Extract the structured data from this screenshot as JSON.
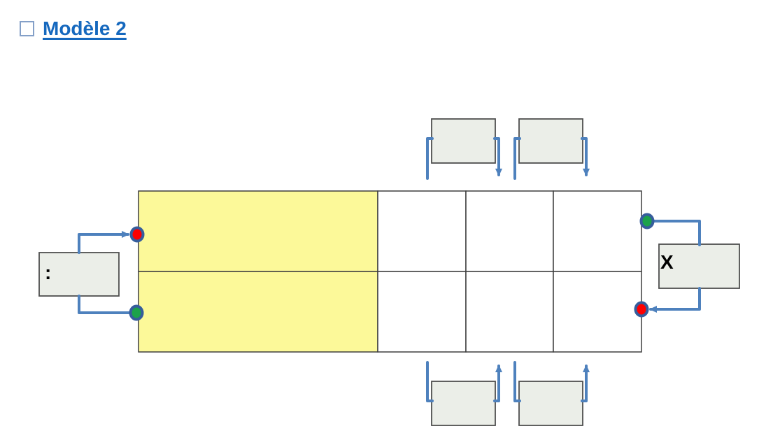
{
  "header": {
    "bullet_icon": "hollow-square-bullet",
    "title": "Modèle 2"
  },
  "colors": {
    "title": "#1568BE",
    "bullet_border": "#84A0C8",
    "connector": "#4E81BD",
    "port_ring": "#365D9C",
    "port_red": "#FF0000",
    "port_green": "#1CA24B",
    "cell_yellow": "#FCF999",
    "cell_white": "#FFFFFF",
    "table_border": "#3F3F3F",
    "box_fill": "#EBEEE8",
    "box_border": "#4F4F4F",
    "label": "#000000"
  },
  "diagram": {
    "left_box_label": ":",
    "right_box_label": "X",
    "top_boxes": [
      "",
      ""
    ],
    "bottom_boxes": [
      "",
      ""
    ],
    "table": {
      "rows": 2,
      "columns": 4,
      "highlighted_column_index": 0
    },
    "ports": [
      {
        "name": "left-top",
        "color": "red"
      },
      {
        "name": "left-bottom",
        "color": "green"
      },
      {
        "name": "right-top",
        "color": "green"
      },
      {
        "name": "right-bottom",
        "color": "red"
      }
    ]
  }
}
